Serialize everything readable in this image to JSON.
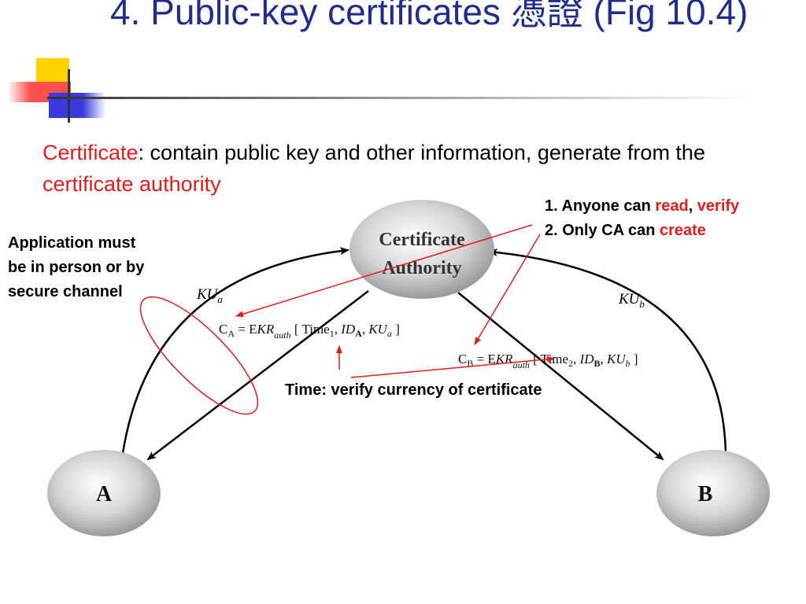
{
  "title": "4. Public-key certificates 憑證 (Fig 10.4)",
  "intro": {
    "term": "Certificate",
    "definition": ": contain public key and other information, generate from the ",
    "source": "certificate authority"
  },
  "notes": {
    "rights_line1_prefix": "1. Anyone can ",
    "rights_read": "read",
    "rights_comma": ", ",
    "rights_verify": "verify",
    "rights_line2_prefix": "2. Only CA can ",
    "rights_create": "create",
    "application_line1": "Application must",
    "application_line2": "be in person or by",
    "application_line3": "secure channel",
    "time_note": "Time: verify currency of certificate"
  },
  "diagram": {
    "ca_label_line1": "Certificate",
    "ca_label_line2": "Authority",
    "node_a": "A",
    "node_b": "B",
    "key_a": {
      "base": "KU",
      "sub": "a"
    },
    "key_b": {
      "base": "KU",
      "sub": "b"
    },
    "cert_a": {
      "c": "C",
      "c_sub": "A",
      "eq": " = E",
      "kr": "KR",
      "kr_sub": "auth",
      "open": " [ ",
      "time": "Time",
      "time_sub": "1",
      "id": "ID",
      "id_sub": "A",
      "ku": "KU",
      "ku_sub": "a",
      "close": " ]"
    },
    "cert_b": {
      "c": "C",
      "c_sub": "B",
      "eq": " = E",
      "kr": "KR",
      "kr_sub": "auth",
      "open": " [ ",
      "time": "Time",
      "time_sub": "2",
      "id": "ID",
      "id_sub": "B",
      "ku": "KU",
      "ku_sub": "b",
      "close": " ]"
    }
  },
  "colors": {
    "title": "#1f2d8f",
    "highlight": "#e41b1b",
    "logo_yellow": "#ffd200",
    "logo_blue": "#3a3adf",
    "logo_red": "#ff4f4f"
  }
}
